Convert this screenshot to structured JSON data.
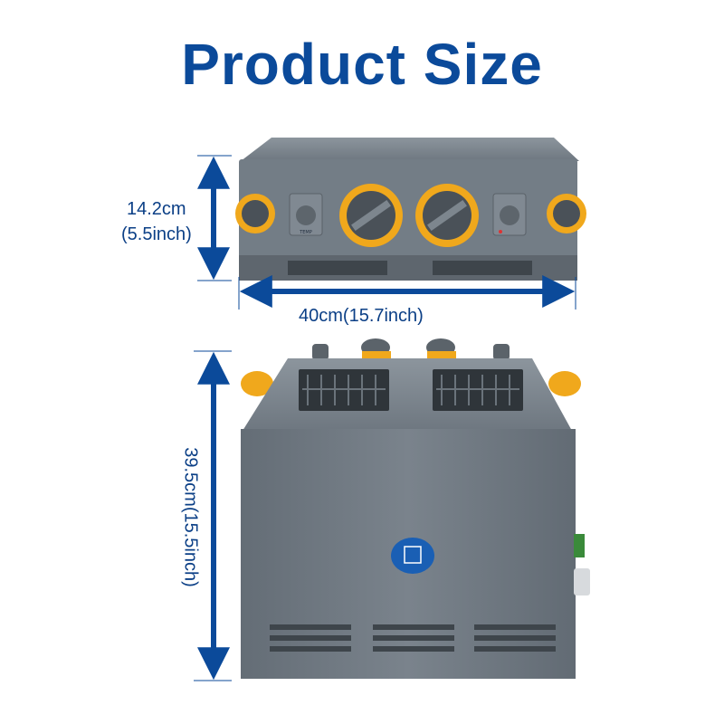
{
  "title": "Product Size",
  "dimensions": {
    "height_cm": "14.2cm",
    "height_inch": "(5.5inch)",
    "width": "40cm(15.7inch)",
    "depth": "39.5cm(15.5inch)"
  },
  "product": {
    "front_knob_label": "TEMP"
  },
  "colors": {
    "title": "#0b4a9a",
    "dimension_line": "#0b4a9a",
    "housing": "#707a83",
    "vent_ring": "#f0a81c",
    "badge": "#1a5fb4"
  }
}
